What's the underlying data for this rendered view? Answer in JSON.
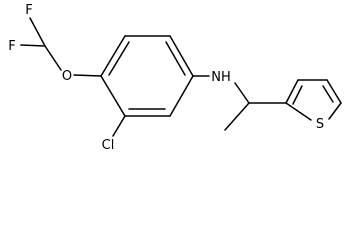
{
  "molecule": {
    "atoms": {
      "f_top": "F",
      "f_bottom": "F",
      "oxygen": "O",
      "amine": "NH",
      "chlorine": "Cl",
      "sulfur": "S"
    },
    "colors": {
      "bond": "#000000",
      "label": "#000000",
      "background": "#ffffff"
    }
  }
}
